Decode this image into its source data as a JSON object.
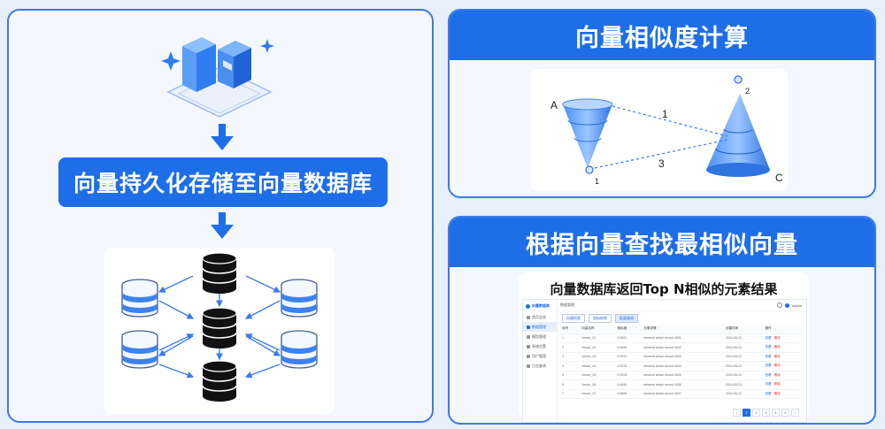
{
  "left_panel": {
    "banner": "向量持久化存储至向量数据库"
  },
  "top_right": {
    "title": "向量相似度计算",
    "labels": {
      "a": "A",
      "c": "C",
      "one": "1",
      "three": "3",
      "sub1": "1",
      "sub2": "2"
    }
  },
  "bottom_right": {
    "title": "根据向量查找最相似向量",
    "subtitle": "向量数据库返回Top N相似的元素结果",
    "app": {
      "logo": "向量数据库",
      "breadcrumb": "数据管理",
      "user": "admin",
      "sidebar": [
        "首页总览",
        "数据管理",
        "模型管理",
        "系统设置",
        "用户管理",
        "日志查询"
      ],
      "tabs": [
        "向量检索",
        "相似结果",
        "批量查询"
      ],
      "columns": [
        "序号",
        "向量名称",
        "相似度",
        "元素详情",
        "创建时间",
        "操作"
      ],
      "rows": [
        [
          "1",
          "Vector_01",
          "0.9821",
          "element detail record 0001",
          "2024-05-21",
          "查看",
          "删除"
        ],
        [
          "2",
          "Vector_02",
          "0.9654",
          "element detail record 0002",
          "2024-05-21",
          "查看",
          "删除"
        ],
        [
          "3",
          "Vector_03",
          "0.9512",
          "element detail record 0003",
          "2024-05-21",
          "查看",
          "删除"
        ],
        [
          "4",
          "Vector_04",
          "0.9378",
          "element detail record 0004",
          "2024-05-21",
          "查看",
          "删除"
        ],
        [
          "5",
          "Vector_05",
          "0.9205",
          "element detail record 0005",
          "2024-05-21",
          "查看",
          "删除"
        ],
        [
          "6",
          "Vector_06",
          "0.9044",
          "element detail record 0006",
          "2024-05-21",
          "查看",
          "删除"
        ],
        [
          "7",
          "Vector_07",
          "0.8893",
          "element detail record 0007",
          "2024-05-21",
          "查看",
          "删除"
        ]
      ],
      "pages": [
        "1",
        "2",
        "3",
        "4",
        "5"
      ]
    }
  }
}
